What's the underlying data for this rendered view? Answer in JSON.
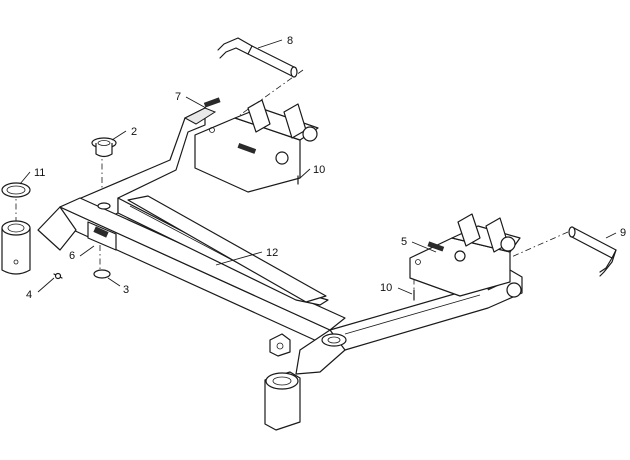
{
  "callouts": [
    {
      "id": "callout-1",
      "label": "2"
    },
    {
      "id": "callout-2",
      "label": "3"
    },
    {
      "id": "callout-3",
      "label": "4"
    },
    {
      "id": "callout-4",
      "label": "5"
    },
    {
      "id": "callout-5",
      "label": "6"
    },
    {
      "id": "callout-6",
      "label": "7"
    },
    {
      "id": "callout-7",
      "label": "8"
    },
    {
      "id": "callout-8",
      "label": "9"
    },
    {
      "id": "callout-9",
      "label": "10"
    },
    {
      "id": "callout-10",
      "label": "10"
    },
    {
      "id": "callout-11",
      "label": "11"
    },
    {
      "id": "callout-12",
      "label": "12"
    }
  ]
}
